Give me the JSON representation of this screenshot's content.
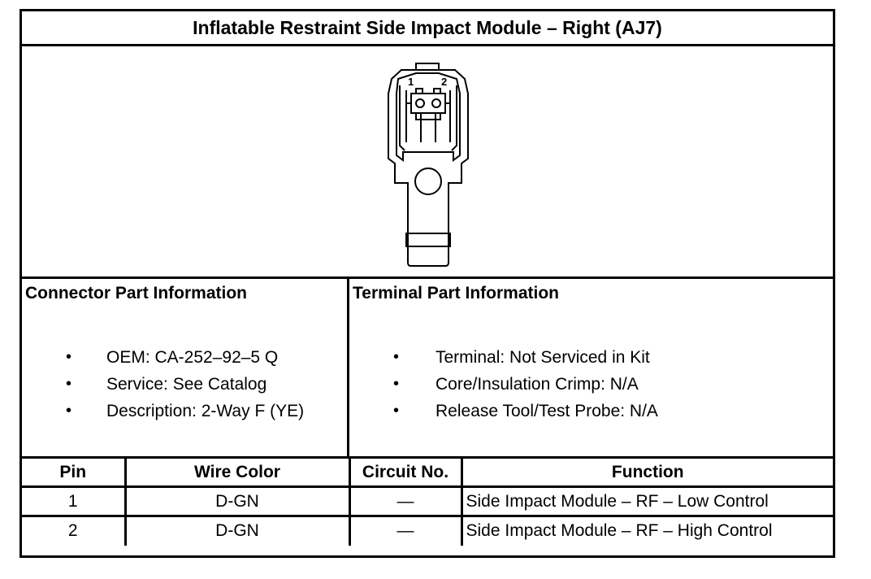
{
  "title": "Inflatable Restraint Side Impact Module – Right (AJ7)",
  "figure": {
    "pin_label_1": "1",
    "pin_label_2": "2"
  },
  "connector_info": {
    "heading": "Connector Part Information",
    "items": [
      "OEM: CA-252–92–5 Q",
      "Service: See Catalog",
      "Description: 2-Way F (YE)"
    ]
  },
  "terminal_info": {
    "heading": "Terminal Part Information",
    "items": [
      "Terminal: Not Serviced in Kit",
      "Core/Insulation Crimp: N/A",
      "Release Tool/Test Probe: N/A"
    ]
  },
  "bullet_glyph": "•",
  "pin_table": {
    "headers": [
      "Pin",
      "Wire Color",
      "Circuit No.",
      "Function"
    ],
    "rows": [
      [
        "1",
        "D-GN",
        "—",
        "Side Impact Module – RF – Low Control"
      ],
      [
        "2",
        "D-GN",
        "—",
        "Side Impact Module – RF – High Control"
      ]
    ]
  }
}
